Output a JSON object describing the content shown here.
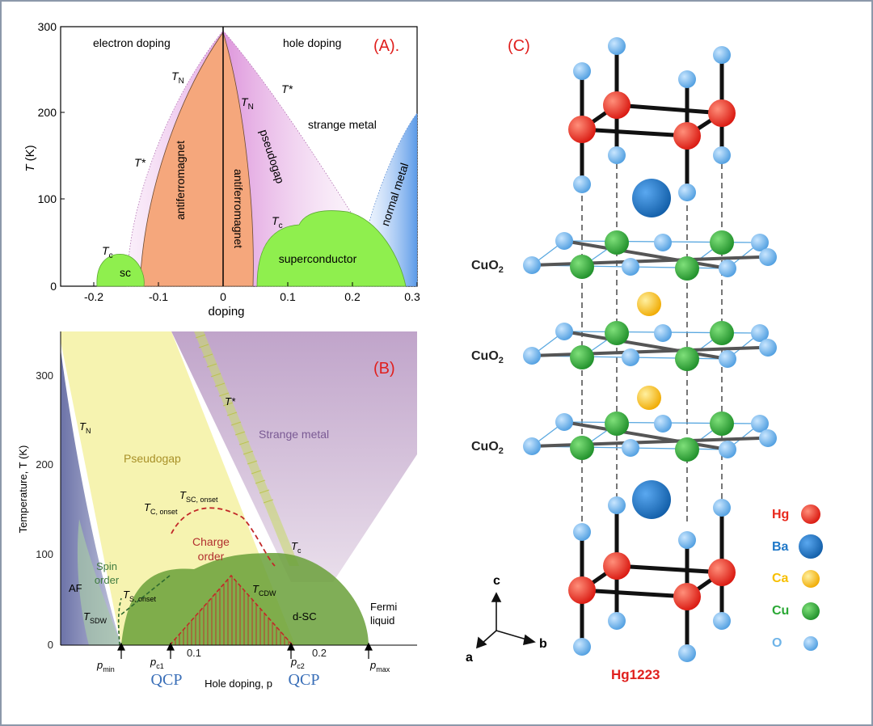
{
  "panelA": {
    "tag": "(A).",
    "xlabel": "doping",
    "ylabel_t": "T",
    "ylabel_unit": " (K)",
    "xticks": [
      "-0.2",
      "-0.1",
      "0",
      "0.1",
      "0.2",
      "0.3"
    ],
    "yticks": [
      "0",
      "100",
      "200",
      "300"
    ],
    "electron_doping": "electron doping",
    "hole_doping": "hole doping",
    "tn": "T",
    "tn_sub": "N",
    "tstar": "T*",
    "tc": "T",
    "tc_sub": "c",
    "strange_metal": "strange metal",
    "antiferromagnet": "antiferromagnet",
    "pseudogap": "pseudogap",
    "normal_metal": "normal metal",
    "superconductor": "superconductor",
    "sc": "sc"
  },
  "panelB": {
    "tag": "(B)",
    "ylabel": "Temperature, T (K)",
    "xlabel": "Hole doping, p",
    "yticks": [
      "0",
      "100",
      "200",
      "300"
    ],
    "xticks": [
      "0.1",
      "0.2"
    ],
    "tstar": "T*",
    "strange_metal": "Strange metal",
    "tn": "T",
    "tn_sub": "N",
    "pseudogap": "Pseudogap",
    "tsc_main": "T",
    "tsc_sub": "SC, onset",
    "tco_main": "T",
    "tco_sub": "C, onset",
    "charge": "Charge",
    "order": "order",
    "tc": "T",
    "tc_sub": "c",
    "spin": "Spin",
    "spin_order": "order",
    "af": "AF",
    "ts_main": "T",
    "ts_sub": "S, onset",
    "tcdw_main": "T",
    "tcdw_sub": "CDW",
    "dsc": "d-SC",
    "fermi": "Fermi",
    "liquid": "liquid",
    "tsdw_main": "T",
    "tsdw_sub": "SDW",
    "pmin": "p",
    "pmin_sub": "min",
    "pc1": "p",
    "pc1_sub": "c1",
    "pc2": "p",
    "pc2_sub": "c2",
    "pmax": "p",
    "pmax_sub": "max",
    "qcp1": "QCP",
    "qcp2": "QCP"
  },
  "panelC": {
    "tag": "(C)",
    "layer_label": "CuO",
    "layer_sub": "2",
    "name": "Hg1223",
    "axis_c": "c",
    "axis_a": "a",
    "axis_b": "b",
    "legend": [
      {
        "label": "Hg",
        "color": "#e8281c"
      },
      {
        "label": "Ba",
        "color": "#1f78c8"
      },
      {
        "label": "Ca",
        "color": "#f7bf00"
      },
      {
        "label": "Cu",
        "color": "#2aa835"
      },
      {
        "label": "O",
        "color": "#6fb4e8"
      }
    ]
  },
  "colors": {
    "tag_red": "#e0201e",
    "afm_orange": "#f5a77c",
    "sc_green": "#8fef4e",
    "pseudogap_pink": "#e5a6e0",
    "normal_blue": "#7fb2ee",
    "qcp_blue": "#3a6fb8",
    "cdw_red": "#c22828"
  }
}
